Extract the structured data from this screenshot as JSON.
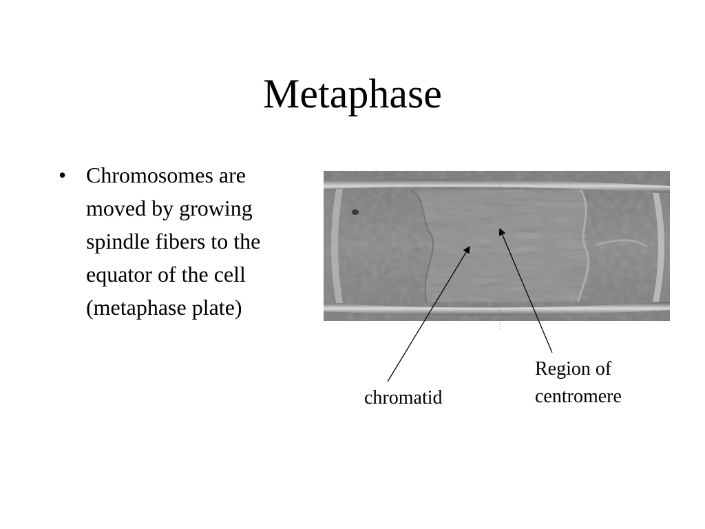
{
  "slide": {
    "title": "Metaphase",
    "bullets": [
      {
        "marker": "•",
        "lines": [
          "Chromosomes are",
          "moved by growing",
          "spindle fibers to the",
          "equator of the cell",
          "(metaphase plate)"
        ]
      }
    ]
  },
  "figure": {
    "labels": {
      "chromatid": "chromatid",
      "centromere_line1": "Region of",
      "centromere_line2": "centromere"
    }
  }
}
